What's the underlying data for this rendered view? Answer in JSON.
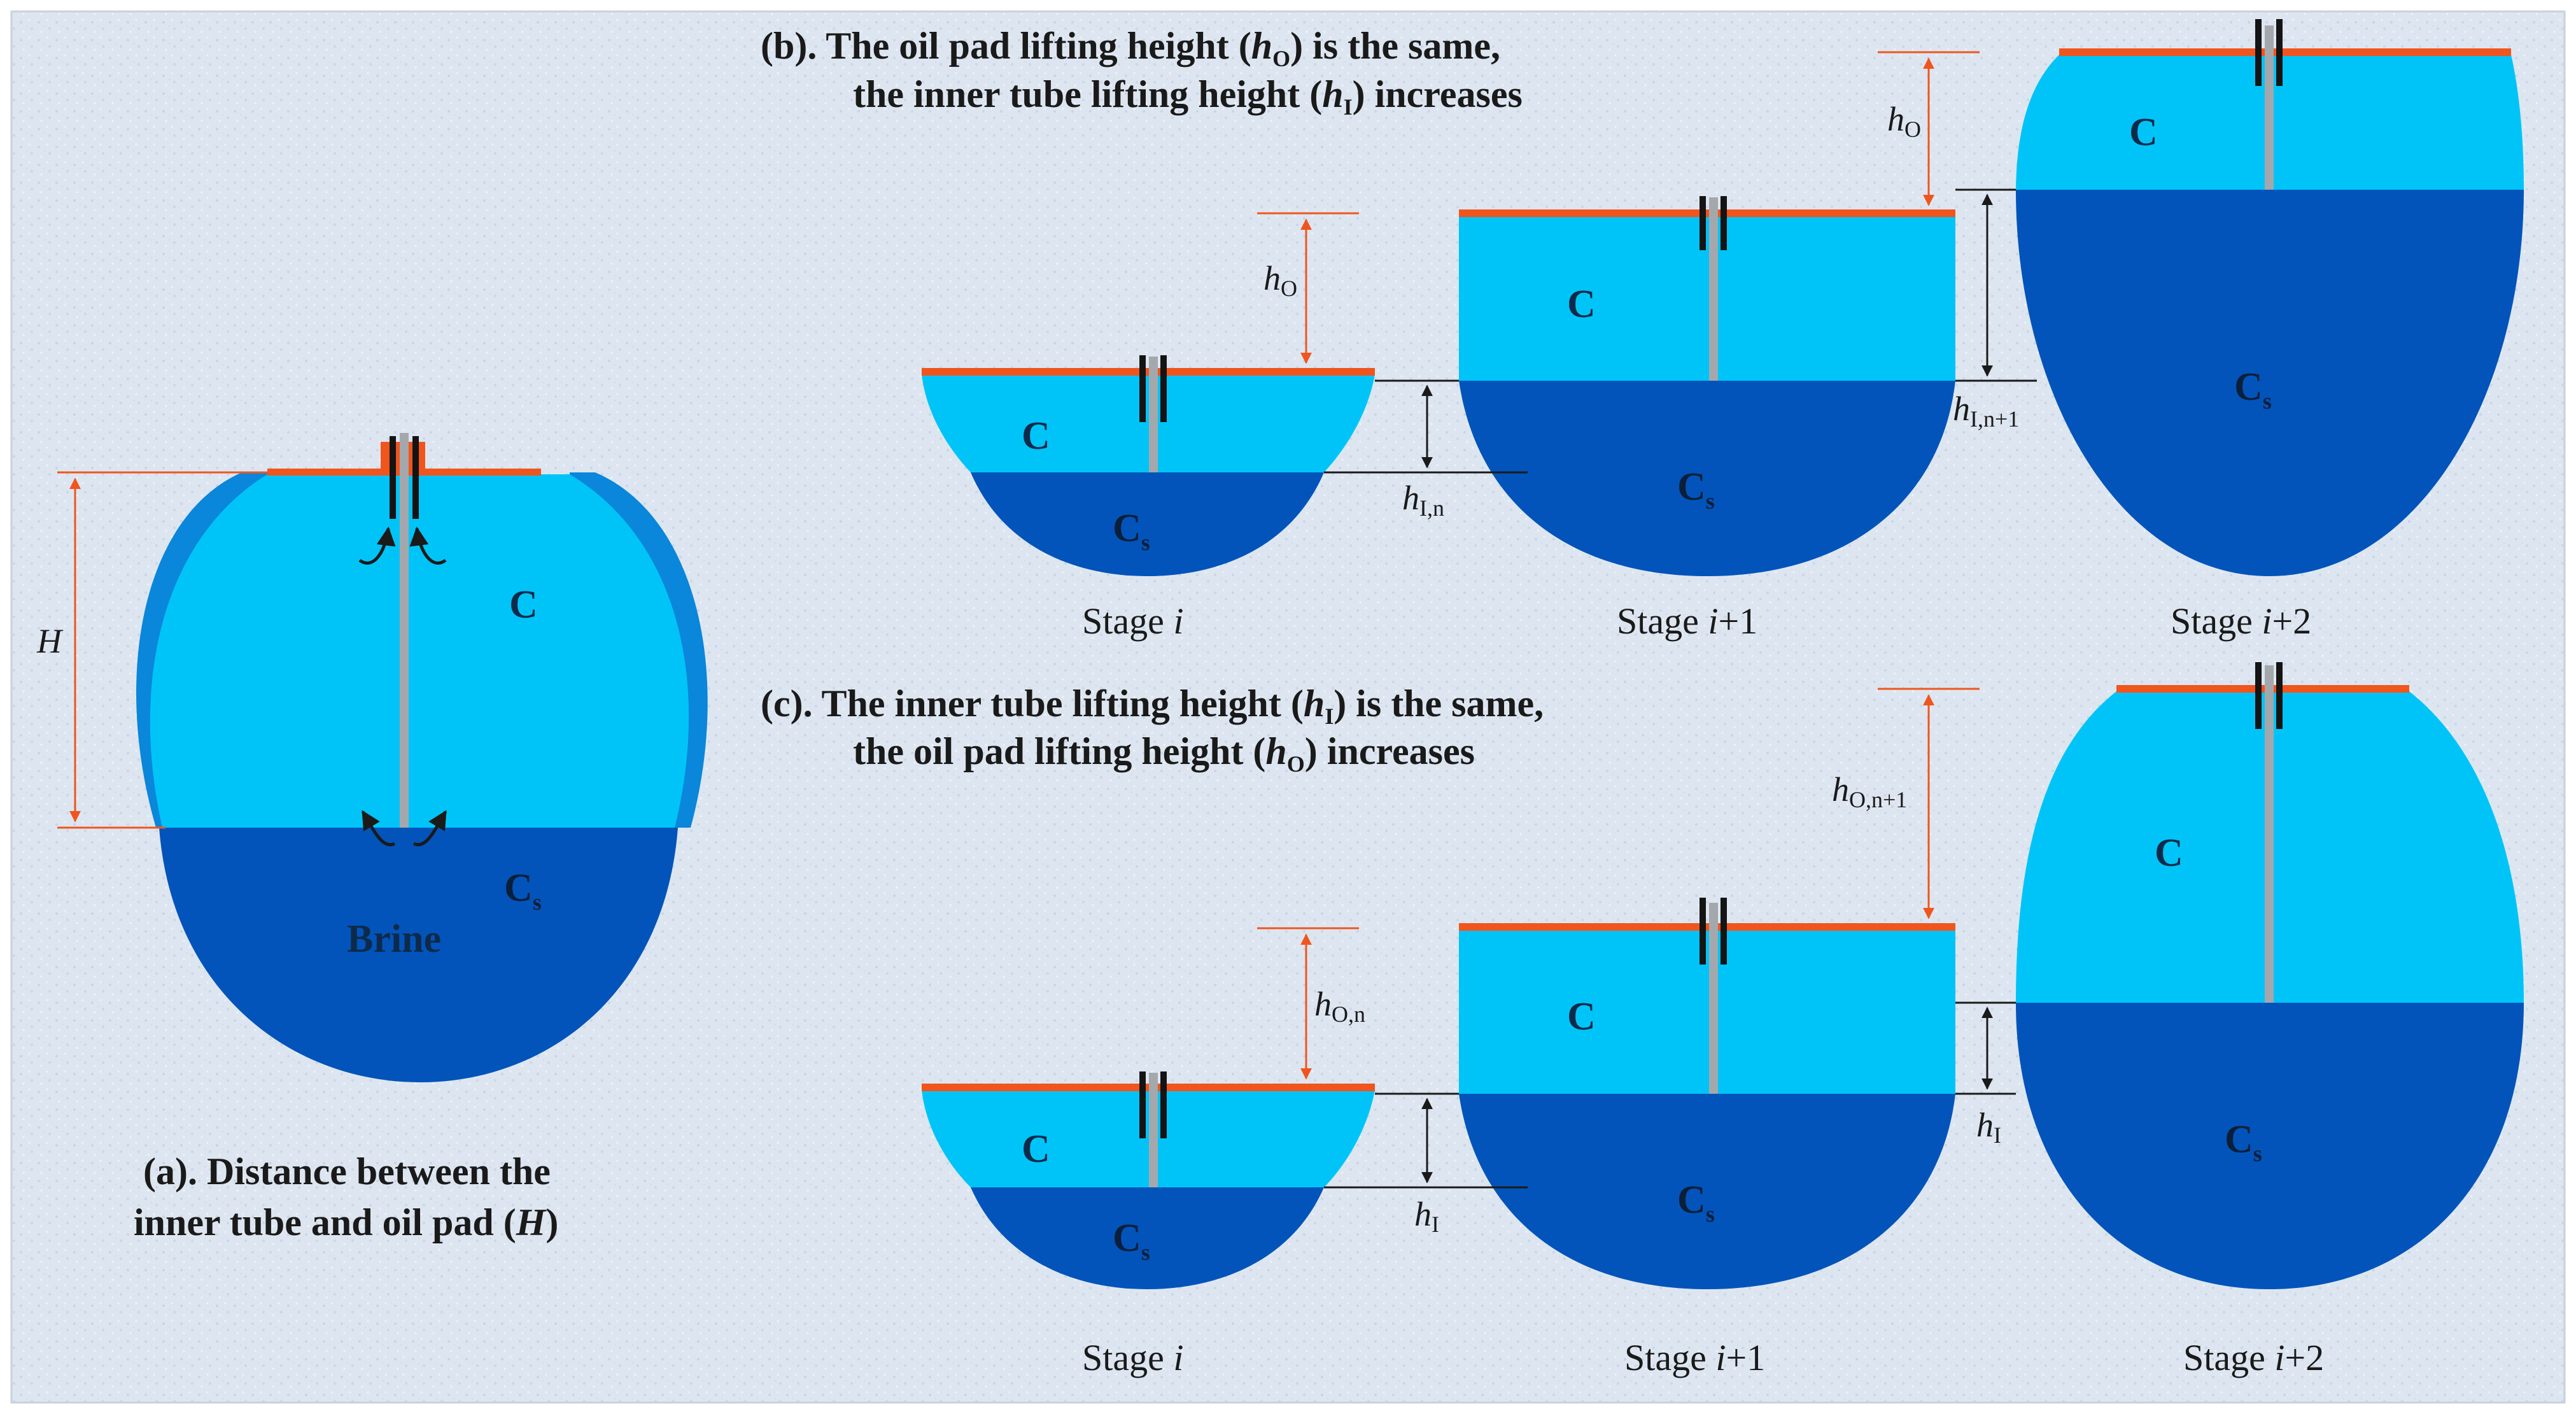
{
  "colors": {
    "light_blue": "#00c4f8",
    "dark_blue": "#0254ba",
    "edge_blue": "#0a86da",
    "oil_pad": "#f0551e",
    "tube": "#a4a8ac",
    "tube_cap": "#141414",
    "arrow": "#1a1a1a",
    "dim_orange": "#f0551e",
    "background": "#dfe8f2"
  },
  "panel_a": {
    "upper_label": "C",
    "lower_cs_main": "C",
    "lower_cs_sub": "s",
    "brine_label": "Brine",
    "dim_label": "H",
    "caption_line1": "(a). Distance between the",
    "caption_line2_prefix": "inner tube and oil pad (",
    "caption_line2_var": "H",
    "caption_line2_suffix": ")"
  },
  "panel_b": {
    "title1_prefix": "(b). The oil pad lifting height (",
    "title1_var": "h",
    "title1_sub": "O",
    "title1_suffix": ") is the same,",
    "title2_prefix": "the inner tube lifting height (",
    "title2_var": "h",
    "title2_sub": "I",
    "title2_suffix": ") increases",
    "upper_label": "C",
    "cs_main": "C",
    "cs_sub": "s",
    "dim_ho_var": "h",
    "dim_ho_sub": "O",
    "dim_h1n_var": "h",
    "dim_h1n_sub": "I,n",
    "dim_h1n1_var": "h",
    "dim_h1n1_sub": "I,n+1",
    "stages": [
      {
        "prefix": "Stage ",
        "var": "i",
        "suffix": ""
      },
      {
        "prefix": "Stage ",
        "var": "i",
        "suffix": "+1"
      },
      {
        "prefix": "Stage ",
        "var": "i",
        "suffix": "+2"
      }
    ]
  },
  "panel_c": {
    "title1_prefix": "(c). The inner tube lifting height (",
    "title1_var": "h",
    "title1_sub": "I",
    "title1_suffix": ") is the same,",
    "title2_prefix": "the oil pad lifting height (",
    "title2_var": "h",
    "title2_sub": "O",
    "title2_suffix": ") increases",
    "upper_label": "C",
    "cs_main": "C",
    "cs_sub": "s",
    "dim_hon_var": "h",
    "dim_hon_sub": "O,n",
    "dim_hon1_var": "h",
    "dim_hon1_sub": "O,n+1",
    "dim_h1_var": "h",
    "dim_h1_sub": "I",
    "stages": [
      {
        "prefix": "Stage ",
        "var": "i",
        "suffix": ""
      },
      {
        "prefix": "Stage ",
        "var": "i",
        "suffix": "+1"
      },
      {
        "prefix": "Stage ",
        "var": "i",
        "suffix": "+2"
      }
    ]
  }
}
